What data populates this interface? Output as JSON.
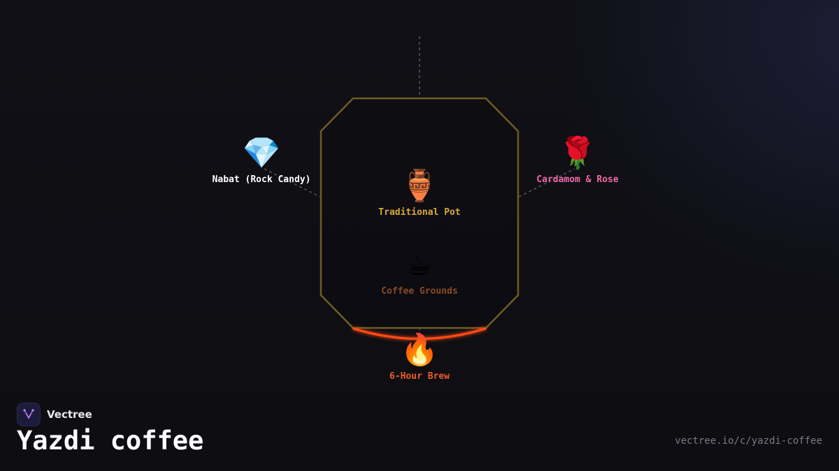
{
  "brand": {
    "name": "Vectree",
    "logo_icon": "vectree-logo-icon"
  },
  "page": {
    "title": "Yazdi coffee",
    "url": "vectree.io/c/yazdi-coffee"
  },
  "diagram": {
    "nodes": {
      "nabat": {
        "emoji": "💎",
        "label": "Nabat (Rock Candy)",
        "color": "#ffffff",
        "icon": "gem-icon"
      },
      "cardamom": {
        "emoji": "🌹",
        "label": "Cardamom & Rose",
        "color": "#f06aa8",
        "icon": "rose-icon"
      },
      "pot": {
        "emoji": "🏺",
        "label": "Traditional Pot",
        "color": "#d9a93b",
        "icon": "amphora-icon"
      },
      "grounds": {
        "emoji": "☕",
        "label": "Coffee Grounds",
        "color": "#8a4a22",
        "icon": "coffee-cup-icon"
      },
      "brew": {
        "emoji": "🔥",
        "label": "6-Hour Brew",
        "color": "#f05a28",
        "icon": "fire-icon"
      }
    },
    "colors": {
      "pot_outline": "#6f5d22",
      "heat_arc": "#ff4a12",
      "connector": "#55555e"
    }
  }
}
